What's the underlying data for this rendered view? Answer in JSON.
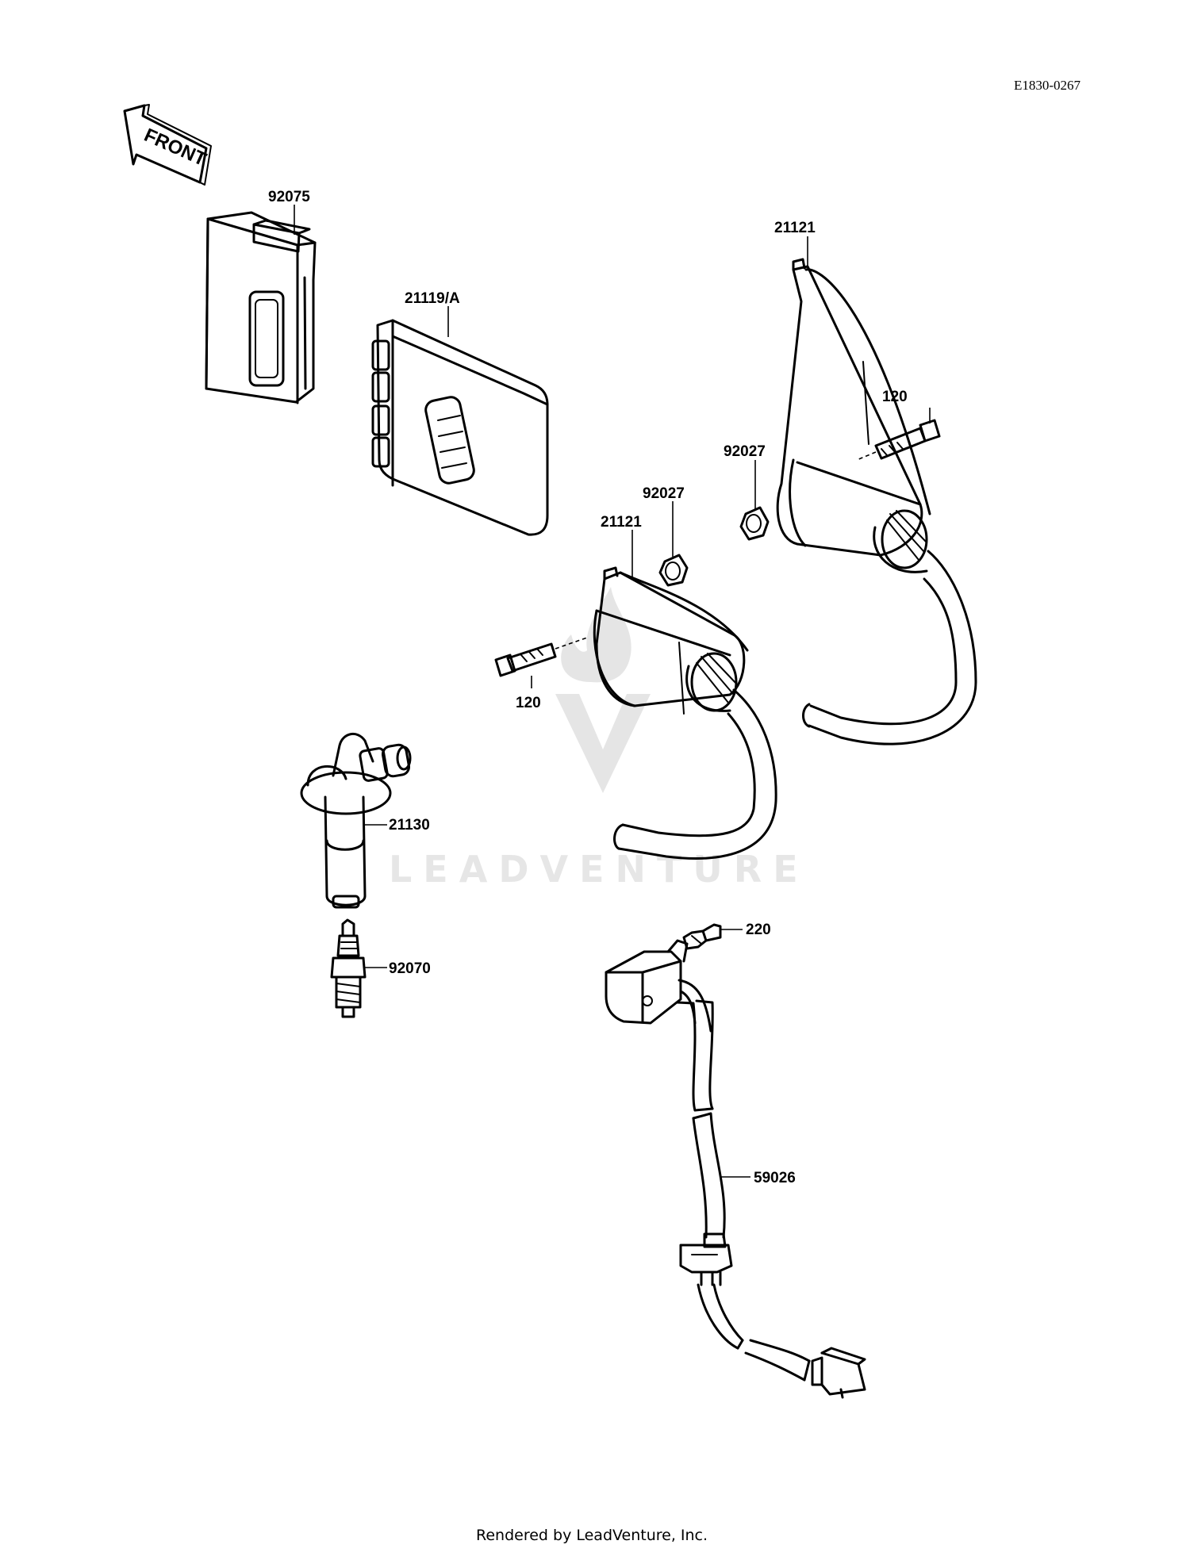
{
  "diagram_ref": "E1830-0267",
  "front_arrow_label": "FRONT",
  "watermark": "LEADVENTURE",
  "footer": "Rendered by LeadVenture, Inc.",
  "parts": {
    "case_92075": "92075",
    "igniter_21119a": "21119/A",
    "coil_right_21121": "21121",
    "coil_left_21121": "21121",
    "bolt_right_120": "120",
    "bolt_left_120": "120",
    "nut_right_92027": "92027",
    "nut_left_92027": "92027",
    "plug_cap_21130": "21130",
    "spark_plug_92070": "92070",
    "screw_220": "220",
    "pickup_coil_59026": "59026"
  }
}
